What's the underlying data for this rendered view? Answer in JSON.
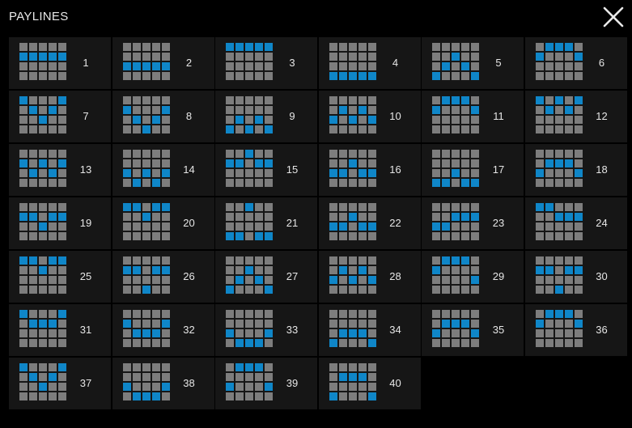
{
  "title": "PAYLINES",
  "close_icon": "close-x-icon",
  "colors": {
    "active": "#0f86c8",
    "inactive": "#7d7d7d",
    "tile": "#161616",
    "background": "#000000"
  },
  "paylines": [
    {
      "n": "1",
      "rows": [
        1,
        1,
        1,
        1,
        1
      ]
    },
    {
      "n": "2",
      "rows": [
        2,
        2,
        2,
        2,
        2
      ]
    },
    {
      "n": "3",
      "rows": [
        0,
        0,
        0,
        0,
        0
      ]
    },
    {
      "n": "4",
      "rows": [
        3,
        3,
        3,
        3,
        3
      ]
    },
    {
      "n": "5",
      "rows": [
        3,
        2,
        1,
        2,
        3
      ]
    },
    {
      "n": "6",
      "rows": [
        1,
        0,
        0,
        0,
        1
      ]
    },
    {
      "n": "7",
      "rows": [
        0,
        1,
        2,
        1,
        0
      ]
    },
    {
      "n": "8",
      "rows": [
        1,
        2,
        3,
        2,
        1
      ]
    },
    {
      "n": "9",
      "rows": [
        3,
        2,
        3,
        2,
        3
      ]
    },
    {
      "n": "10",
      "rows": [
        2,
        1,
        2,
        1,
        2
      ]
    },
    {
      "n": "11",
      "rows": [
        1,
        0,
        0,
        0,
        1
      ]
    },
    {
      "n": "12",
      "rows": [
        0,
        1,
        0,
        1,
        0
      ]
    },
    {
      "n": "13",
      "rows": [
        1,
        2,
        1,
        2,
        1
      ]
    },
    {
      "n": "14",
      "rows": [
        2,
        3,
        2,
        3,
        2
      ]
    },
    {
      "n": "15",
      "rows": [
        1,
        1,
        0,
        1,
        1
      ]
    },
    {
      "n": "16",
      "rows": [
        2,
        2,
        1,
        2,
        2
      ]
    },
    {
      "n": "17",
      "rows": [
        3,
        3,
        2,
        3,
        3
      ]
    },
    {
      "n": "18",
      "rows": [
        2,
        1,
        1,
        1,
        2
      ]
    },
    {
      "n": "19",
      "rows": [
        1,
        1,
        2,
        1,
        1
      ]
    },
    {
      "n": "20",
      "rows": [
        0,
        0,
        1,
        0,
        0
      ]
    },
    {
      "n": "21",
      "rows": [
        3,
        3,
        0,
        3,
        3
      ]
    },
    {
      "n": "22",
      "rows": [
        2,
        2,
        1,
        2,
        2
      ]
    },
    {
      "n": "23",
      "rows": [
        2,
        2,
        1,
        1,
        1
      ]
    },
    {
      "n": "24",
      "rows": [
        0,
        0,
        1,
        1,
        1
      ]
    },
    {
      "n": "25",
      "rows": [
        0,
        0,
        1,
        0,
        0
      ]
    },
    {
      "n": "26",
      "rows": [
        1,
        1,
        3,
        1,
        1
      ]
    },
    {
      "n": "27",
      "rows": [
        3,
        2,
        1,
        2,
        3
      ]
    },
    {
      "n": "28",
      "rows": [
        2,
        1,
        2,
        1,
        2
      ]
    },
    {
      "n": "29",
      "rows": [
        1,
        0,
        0,
        0,
        2
      ]
    },
    {
      "n": "30",
      "rows": [
        1,
        1,
        3,
        1,
        1
      ]
    },
    {
      "n": "31",
      "rows": [
        0,
        1,
        1,
        1,
        0
      ]
    },
    {
      "n": "32",
      "rows": [
        1,
        2,
        2,
        2,
        1
      ]
    },
    {
      "n": "33",
      "rows": [
        2,
        3,
        3,
        3,
        2
      ]
    },
    {
      "n": "34",
      "rows": [
        3,
        2,
        2,
        2,
        3
      ]
    },
    {
      "n": "35",
      "rows": [
        2,
        1,
        1,
        1,
        2
      ]
    },
    {
      "n": "36",
      "rows": [
        1,
        0,
        0,
        0,
        1
      ]
    },
    {
      "n": "37",
      "rows": [
        0,
        1,
        2,
        1,
        0
      ]
    },
    {
      "n": "38",
      "rows": [
        2,
        3,
        3,
        3,
        2
      ]
    },
    {
      "n": "39",
      "rows": [
        2,
        0,
        0,
        0,
        2
      ]
    },
    {
      "n": "40",
      "rows": [
        3,
        1,
        1,
        1,
        3
      ]
    }
  ]
}
